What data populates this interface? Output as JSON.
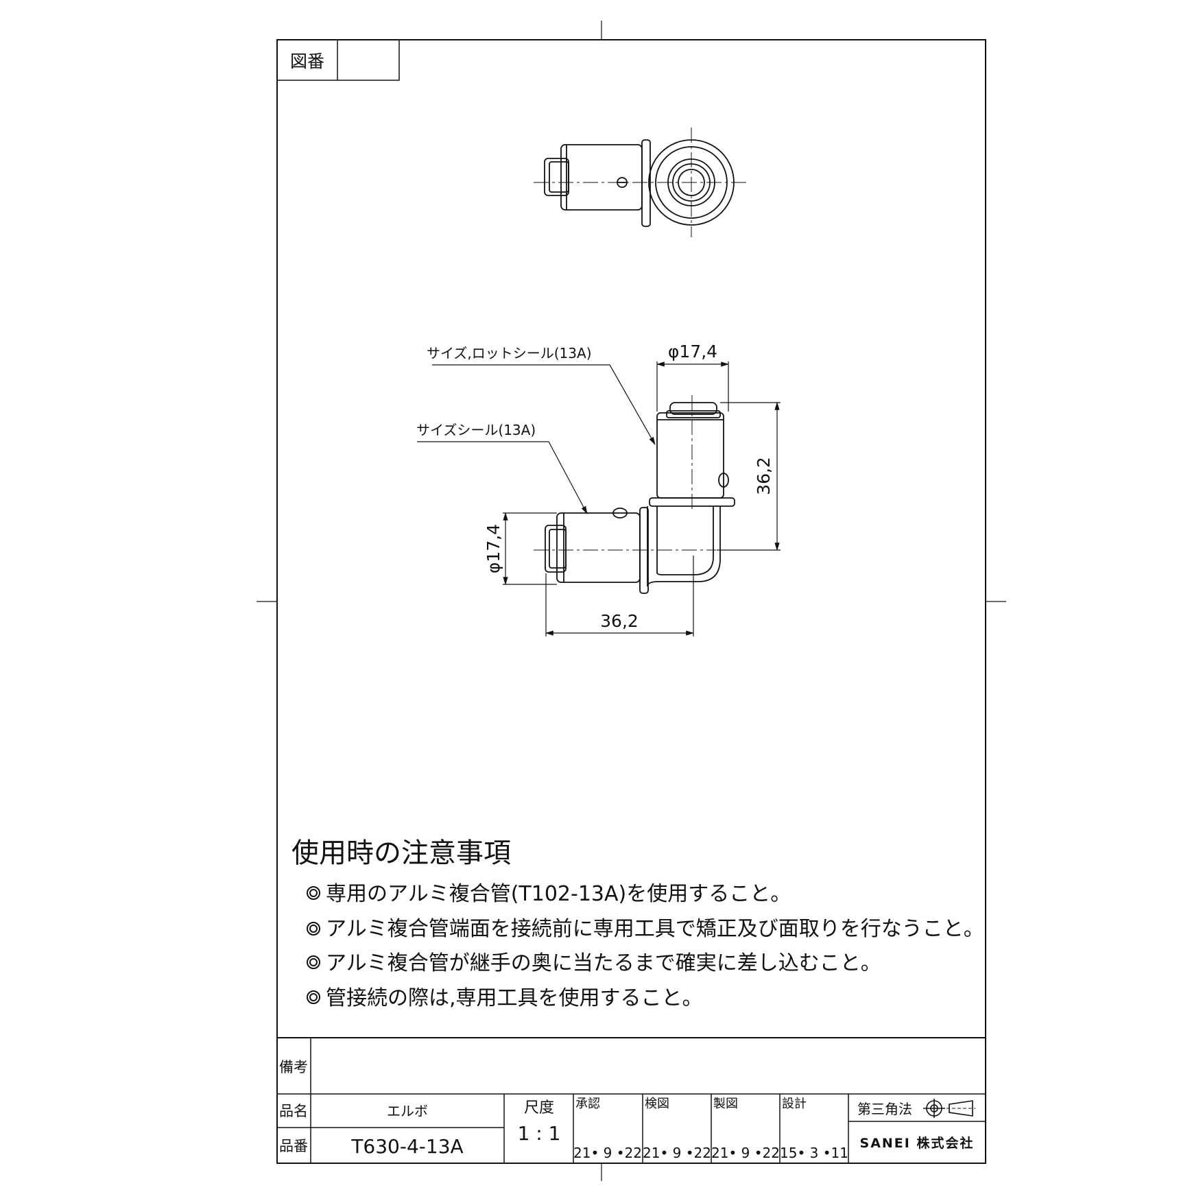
{
  "header": {
    "drawing_no_label": "図番",
    "drawing_no_value": ""
  },
  "callouts": {
    "upper": "サイズ,ロットシール(13A)",
    "lower": "サイズシール(13A)"
  },
  "dimensions": {
    "top_diameter": "φ17,4",
    "right_height": "36,2",
    "left_diameter": "φ17,4",
    "bottom_width": "36,2"
  },
  "notes": {
    "title": "使用時の注意事項",
    "items": [
      "専用のアルミ複合管(T102-13A)を使用すること。",
      "アルミ複合管端面を接続前に専用工具で矯正及び面取りを行なうこと。",
      "アルミ複合管が継手の奥に当たるまで確実に差し込むこと。",
      "管接続の際は,専用工具を使用すること。"
    ]
  },
  "title_block": {
    "remarks_label": "備考",
    "remarks_value": "",
    "name_label": "品名",
    "name_value": "エルボ",
    "part_no_label": "品番",
    "part_no_value": "T630-4-13A",
    "scale_label": "尺度",
    "scale_value": "1 : 1",
    "approved_label": "承認",
    "approved_date": "21• 9 •22",
    "checked_label": "検図",
    "checked_date": "21• 9 •22",
    "drawn_label": "製図",
    "drawn_date": "21• 9 •22",
    "designed_label": "設計",
    "designed_date": "15• 3 •11",
    "projection_label": "第三角法",
    "company": "SANEI 株式会社"
  }
}
